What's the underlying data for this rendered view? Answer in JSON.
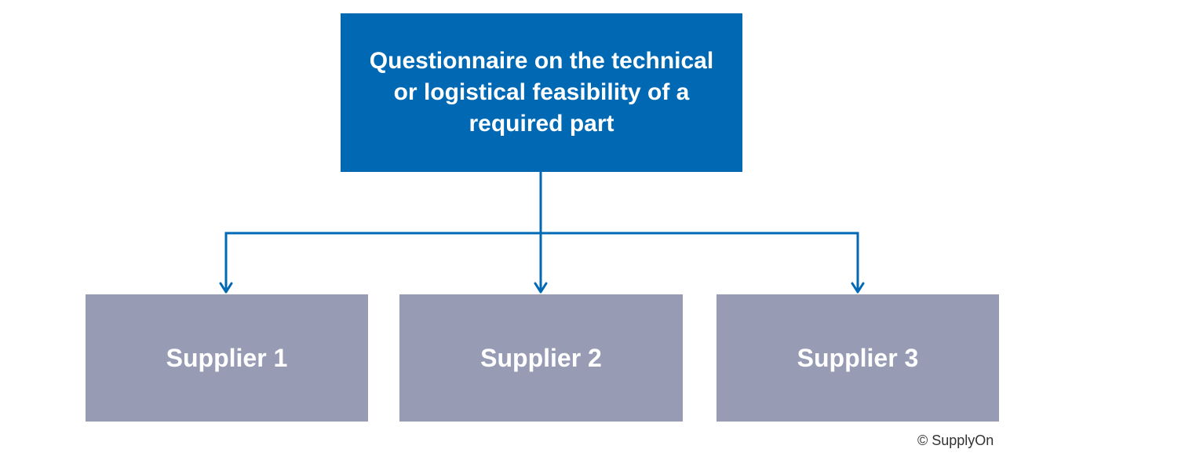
{
  "root": {
    "label": "Questionnaire on the technical or logistical feasibility of a required part"
  },
  "suppliers": [
    {
      "label": "Supplier 1"
    },
    {
      "label": "Supplier 2"
    },
    {
      "label": "Supplier 3"
    }
  ],
  "footer": {
    "copyright": "© SupplyOn"
  },
  "colors": {
    "root_fill": "#0168b3",
    "child_fill": "#979cb4",
    "connector": "#0168b3"
  }
}
